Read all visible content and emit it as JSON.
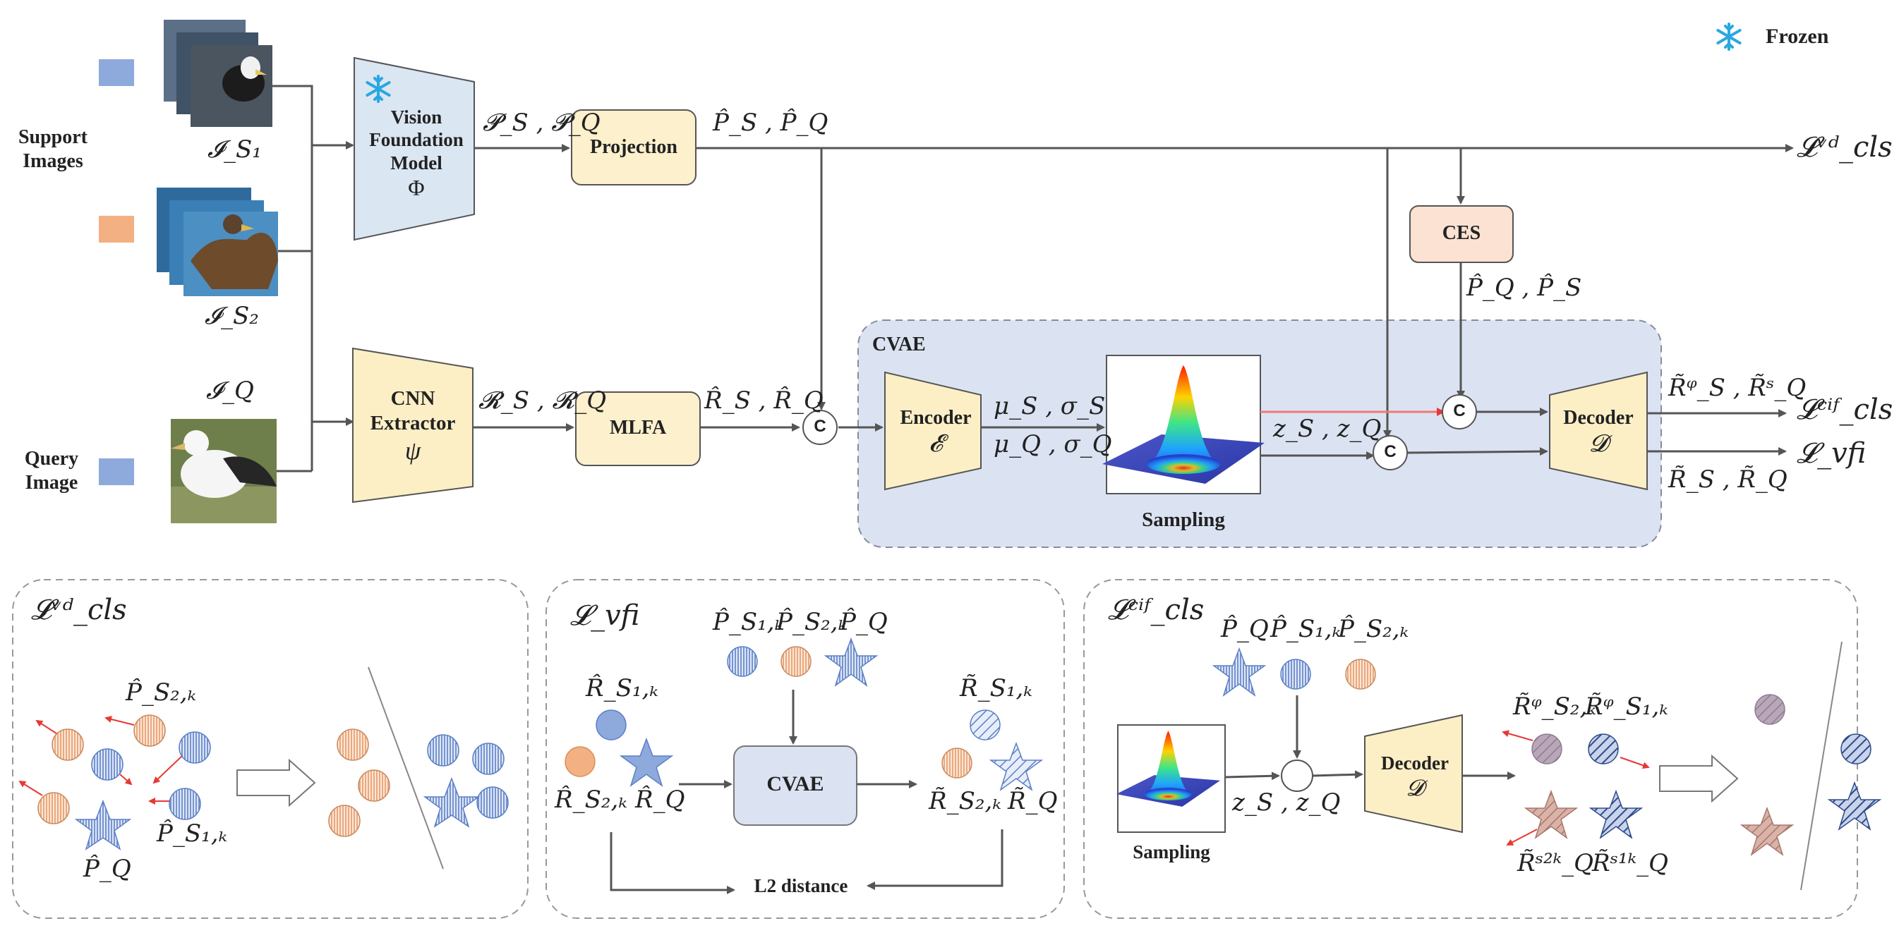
{
  "legend": {
    "frozen_label": "Frozen",
    "frozen_icon": "snowflake-icon"
  },
  "inputs": {
    "support_label": "Support Images",
    "query_label": "Query Image",
    "support1_sym": "𝓘_S₁",
    "support2_sym": "𝓘_S₂",
    "query_sym": "𝓘_Q",
    "support1_color": "#8ea9dc",
    "support2_color": "#f3b183",
    "query_color": "#8ea9dc"
  },
  "modules": {
    "vfm": {
      "line1": "Vision",
      "line2": "Foundation",
      "line3": "Model",
      "symbol": "Φ"
    },
    "cnn": {
      "line1": "CNN",
      "line2": "Extractor",
      "symbol": "ψ"
    },
    "projection": "Projection",
    "mlfa": "MLFA",
    "ces": "CES",
    "cvae_title": "CVAE",
    "encoder": {
      "line1": "Encoder",
      "symbol": "𝓔"
    },
    "decoder": {
      "line1": "Decoder",
      "symbol": "𝓓"
    },
    "sampling": "Sampling",
    "concat": "C"
  },
  "edge_labels": {
    "vfm_out": "𝓟_S , 𝓟_Q",
    "proj_out": "P̂_S , P̂_Q",
    "cnn_out": "𝓡_S , 𝓡_Q",
    "mlfa_out": "R̂_S , R̂_Q",
    "enc_out_1": "μ_S , σ_S",
    "enc_out_2": "μ_Q , σ_Q",
    "z_out": "z_S , z_Q",
    "ces_out": "P̂_Q , P̂_S",
    "dec_out_1": "R̃ᵠ_S , R̃ˢ_Q",
    "dec_out_2": "R̃_S , R̃_Q"
  },
  "losses": {
    "vd": "𝓛ᵛᵈ_cls",
    "cif": "𝓛ᶜⁱᶠ_cls",
    "vfi": "𝓛_vfi"
  },
  "panels": {
    "vd": {
      "title": "𝓛ᵛᵈ_cls",
      "labels": {
        "ps2": "P̂_S₂,ₖ",
        "ps1": "P̂_S₁,ₖ",
        "pq": "P̂_Q"
      },
      "colors": {
        "s1": "#5b7fc7",
        "s2": "#f3b183",
        "q": "#5b7fc7"
      }
    },
    "vfi": {
      "title": "𝓛_vfi",
      "top_labels": {
        "ps1": "P̂_S₁,ₖ",
        "ps2": "P̂_S₂,ₖ",
        "pq": "P̂_Q"
      },
      "left_labels": {
        "rs1": "R̂_S₁,ₖ",
        "rs2": "R̂_S₂,ₖ",
        "rq": "R̂_Q"
      },
      "right_labels": {
        "rs1": "R̃_S₁,ₖ",
        "rs2": "R̃_S₂,ₖ",
        "rq": "R̃_Q"
      },
      "cvae": "CVAE",
      "distance": "L2 distance"
    },
    "cif": {
      "title": "𝓛ᶜⁱᶠ_cls",
      "top_labels": {
        "pq": "P̂_Q",
        "ps1": "P̂_S₁,ₖ",
        "ps2": "P̂_S₂,ₖ"
      },
      "z_label": "z_S , z_Q",
      "sampling": "Sampling",
      "decoder": "Decoder",
      "decoder_symbol": "𝓓",
      "out_labels": {
        "r2q": "R̃ᵠ_S₂,ₖ",
        "r1q": "R̃ᵠ_S₁,ₖ",
        "rq2": "R̃ˢ²ᵏ_Q",
        "rq1": "R̃ˢ¹ᵏ_Q"
      }
    }
  },
  "colors": {
    "vfm_fill": "#dae6f2",
    "cnn_fill": "#fcefc6",
    "proj_fill": "#fdf0cc",
    "ces_fill": "#fbe2d3",
    "cvae_fill": "#dbe3f2",
    "line": "#555555",
    "red": "#e53935",
    "snow": "#2aa7e0"
  }
}
